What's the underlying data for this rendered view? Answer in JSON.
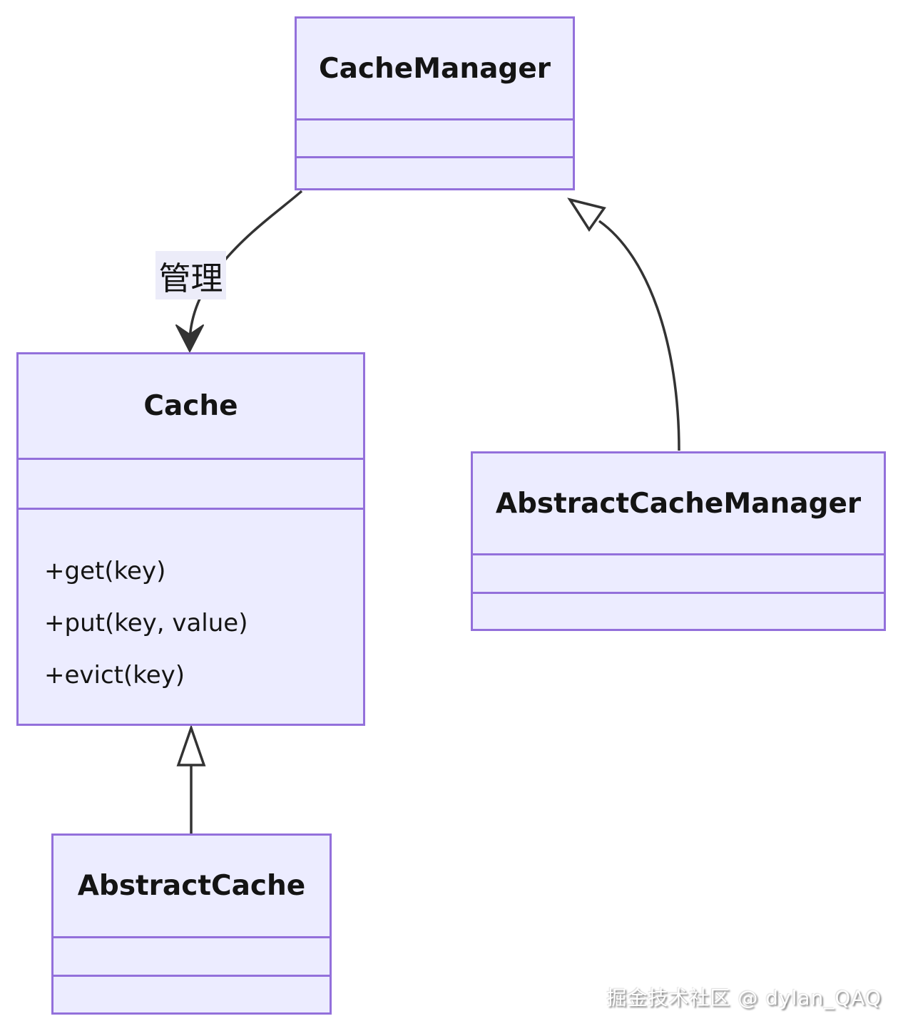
{
  "diagram": {
    "type": "uml-class-diagram",
    "classes": [
      {
        "name": "CacheManager",
        "attributes": [],
        "methods": []
      },
      {
        "name": "Cache",
        "attributes": [],
        "methods": [
          "+get(key)",
          "+put(key, value)",
          "+evict(key)"
        ]
      },
      {
        "name": "AbstractCacheManager",
        "attributes": [],
        "methods": []
      },
      {
        "name": "AbstractCache",
        "attributes": [],
        "methods": []
      }
    ],
    "edges": [
      {
        "from": "CacheManager",
        "to": "Cache",
        "type": "dependency-arrow",
        "label": "管理"
      },
      {
        "from": "AbstractCacheManager",
        "to": "CacheManager",
        "type": "inheritance",
        "label": ""
      },
      {
        "from": "AbstractCache",
        "to": "Cache",
        "type": "inheritance",
        "label": ""
      }
    ],
    "colors": {
      "class_fill": "#ECECFF",
      "class_border": "#9370DB",
      "edge_stroke": "#333333",
      "edge_label_background": "#ECECF9",
      "text": "#141414"
    }
  },
  "watermark": {
    "text": "掘金技术社区 @ dylan_QAQ"
  }
}
